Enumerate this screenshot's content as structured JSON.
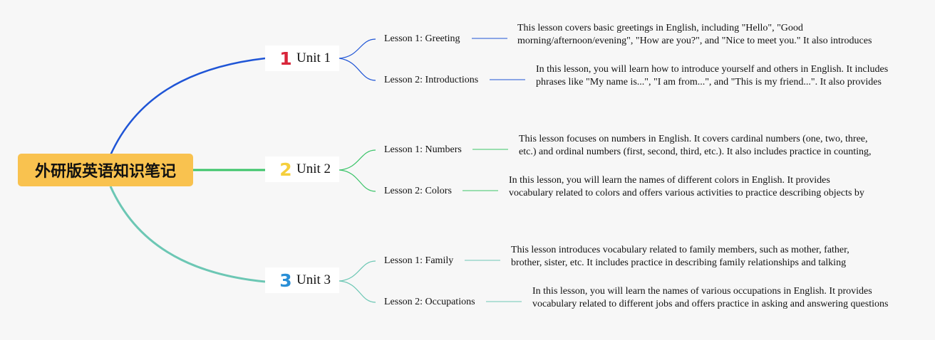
{
  "root": {
    "title": "外研版英语知识笔记"
  },
  "colors": {
    "root_bg": "#f9c24f",
    "unit1_line": "#1f55d6",
    "unit2_line": "#3cc46a",
    "unit3_line": "#6cc7b4",
    "unit1_num": "#d8253a",
    "unit2_num": "#f5cf3c",
    "unit3_num": "#2a8fd6"
  },
  "units": [
    {
      "num": "1",
      "label": "Unit 1",
      "lessons": [
        {
          "label": "Lesson 1: Greeting",
          "desc": "This lesson covers basic greetings in English, including \"Hello\", \"Good morning/afternoon/evening\", \"How are you?\", and \"Nice to meet you.\" It also introduces the concept of formal and informal greetings."
        },
        {
          "label": "Lesson 2: Introductions",
          "desc": "In this lesson, you will learn how to introduce yourself and others in English. It includes phrases like \"My name is...\", \"I am from...\", and \"This is my friend...\". It also provides practice in asking and answering questions about personal information."
        }
      ]
    },
    {
      "num": "2",
      "label": "Unit 2",
      "lessons": [
        {
          "label": "Lesson 1: Numbers",
          "desc": "This lesson focuses on numbers in English. It covers cardinal numbers (one, two, three, etc.) and ordinal numbers (first, second, third, etc.). It also includes practice in counting, telling the time, and ordering items."
        },
        {
          "label": "Lesson 2: Colors",
          "desc": "In this lesson, you will learn the names of different colors in English. It provides vocabulary related to colors and offers various activities to practice describing objects by their color."
        }
      ]
    },
    {
      "num": "3",
      "label": "Unit 3",
      "lessons": [
        {
          "label": "Lesson 1: Family",
          "desc": "This lesson introduces vocabulary related to family members, such as mother, father, brother, sister, etc. It includes practice in describing family relationships and talking about family members."
        },
        {
          "label": "Lesson 2: Occupations",
          "desc": "In this lesson, you will learn the names of various occupations in English. It provides vocabulary related to different jobs and offers practice in asking and answering questions about occupations."
        }
      ]
    }
  ]
}
